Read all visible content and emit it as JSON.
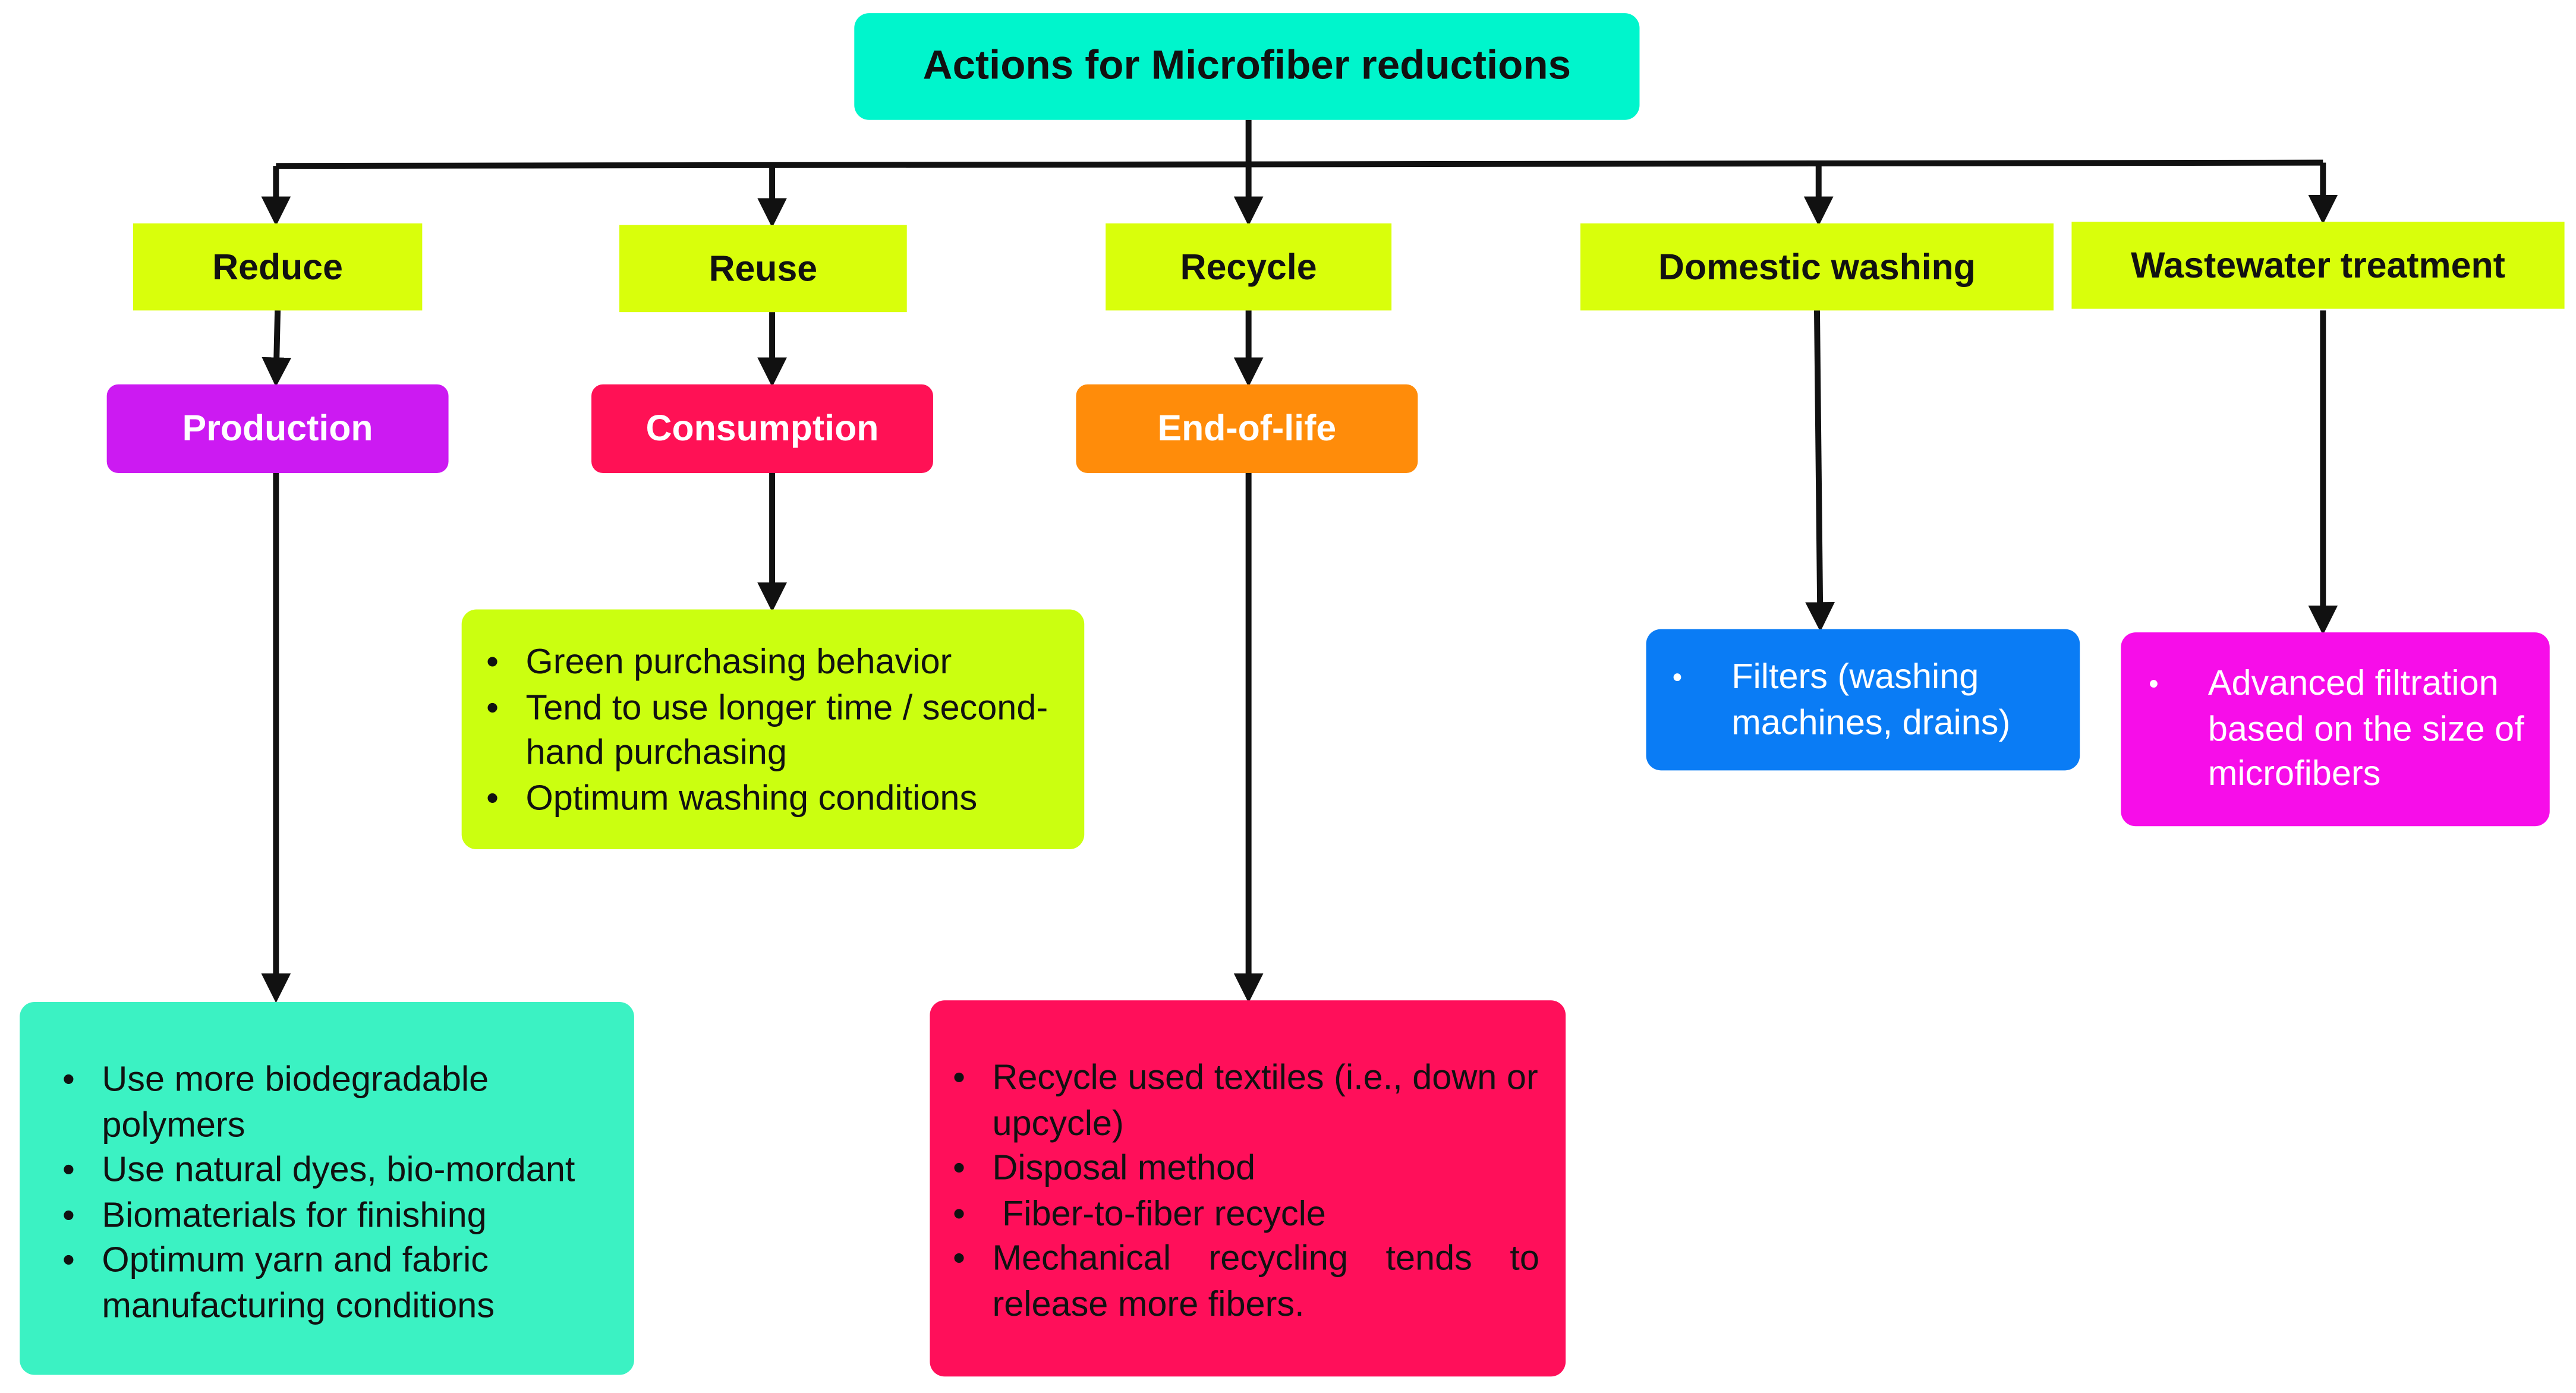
{
  "diagram": {
    "title": "Actions for Microfiber reductions",
    "categories": [
      {
        "id": "reduce",
        "label": "Reduce"
      },
      {
        "id": "reuse",
        "label": "Reuse"
      },
      {
        "id": "recycle",
        "label": "Recycle"
      },
      {
        "id": "washing",
        "label": "Domestic washing"
      },
      {
        "id": "wastewater",
        "label": "Wastewater treatment"
      }
    ],
    "stages": [
      {
        "id": "production",
        "label": "Production",
        "color": "#cc1af2"
      },
      {
        "id": "consumption",
        "label": "Consumption",
        "color": "#ff1155"
      },
      {
        "id": "endoflife",
        "label": "End-of-life",
        "color": "#ff8c0a"
      }
    ],
    "lists": {
      "production": [
        "Use more biodegradable polymers",
        "Use natural dyes, bio-mordant",
        "Biomaterials for finishing",
        "Optimum yarn and fabric manufacturing conditions"
      ],
      "consumption": [
        "Green purchasing behavior",
        "Tend to use longer time / second-hand purchasing",
        "Optimum washing conditions"
      ],
      "endoflife": [
        "Recycle used textiles (i.e., down or upcycle)",
        "Disposal method",
        " Fiber-to-fiber recycle",
        "Mechanical recycling tends to release more fibers."
      ],
      "washing": [
        "Filters (washing machines, drains)"
      ],
      "wastewater": [
        "Advanced filtration based on the size of microfibers"
      ]
    },
    "colors": {
      "title_bg": "#00f5cc",
      "category_bg": "#d9ff0b",
      "production_list_bg": "#3bf2c3",
      "consumption_list_bg": "#cbff10",
      "endoflife_list_bg": "#ff0f5a",
      "washing_list_bg": "#0a7cf5",
      "wastewater_list_bg": "#f70de9"
    }
  }
}
